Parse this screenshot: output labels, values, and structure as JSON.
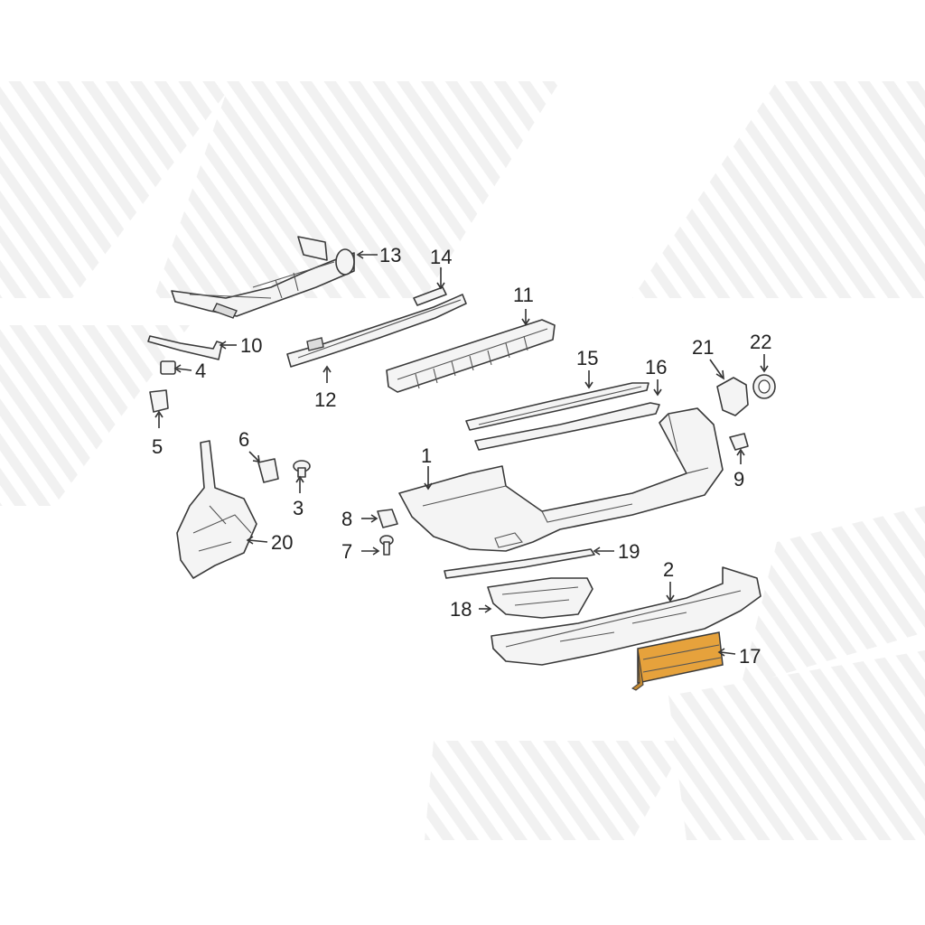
{
  "diagram": {
    "highlight_color": "#e6a23c",
    "callouts": [
      {
        "id": "1",
        "text": "1"
      },
      {
        "id": "2",
        "text": "2"
      },
      {
        "id": "3",
        "text": "3"
      },
      {
        "id": "4",
        "text": "4"
      },
      {
        "id": "5",
        "text": "5"
      },
      {
        "id": "6",
        "text": "6"
      },
      {
        "id": "7",
        "text": "7"
      },
      {
        "id": "8",
        "text": "8"
      },
      {
        "id": "9",
        "text": "9"
      },
      {
        "id": "10",
        "text": "10"
      },
      {
        "id": "11",
        "text": "11"
      },
      {
        "id": "12",
        "text": "12"
      },
      {
        "id": "13",
        "text": "13"
      },
      {
        "id": "14",
        "text": "14"
      },
      {
        "id": "15",
        "text": "15"
      },
      {
        "id": "16",
        "text": "16"
      },
      {
        "id": "17",
        "text": "17"
      },
      {
        "id": "18",
        "text": "18"
      },
      {
        "id": "19",
        "text": "19"
      },
      {
        "id": "20",
        "text": "20"
      },
      {
        "id": "21",
        "text": "21"
      },
      {
        "id": "22",
        "text": "22"
      }
    ],
    "highlighted_part": "17"
  }
}
